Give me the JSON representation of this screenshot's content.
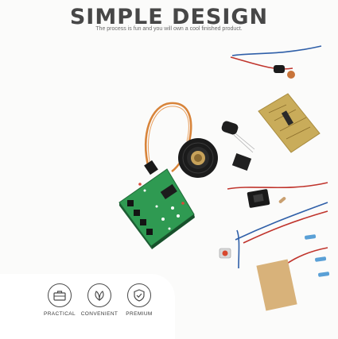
{
  "header": {
    "title": "SIMPLE DESIGN",
    "subtitle": "The process is fun and you will own a cool finished product."
  },
  "badges": [
    {
      "label": "PRACTICAL",
      "icon": "toolbox-icon"
    },
    {
      "label": "CONVENIENT",
      "icon": "leaf-icon"
    },
    {
      "label": "PREMIUM",
      "icon": "shield-check-icon"
    }
  ],
  "colors": {
    "pcb_green": "#2f9a52",
    "title_gray": "#474747",
    "wire_red": "#c0342c",
    "wire_blue": "#2f5fa8",
    "pcb_tan": "#c9ac5a"
  }
}
